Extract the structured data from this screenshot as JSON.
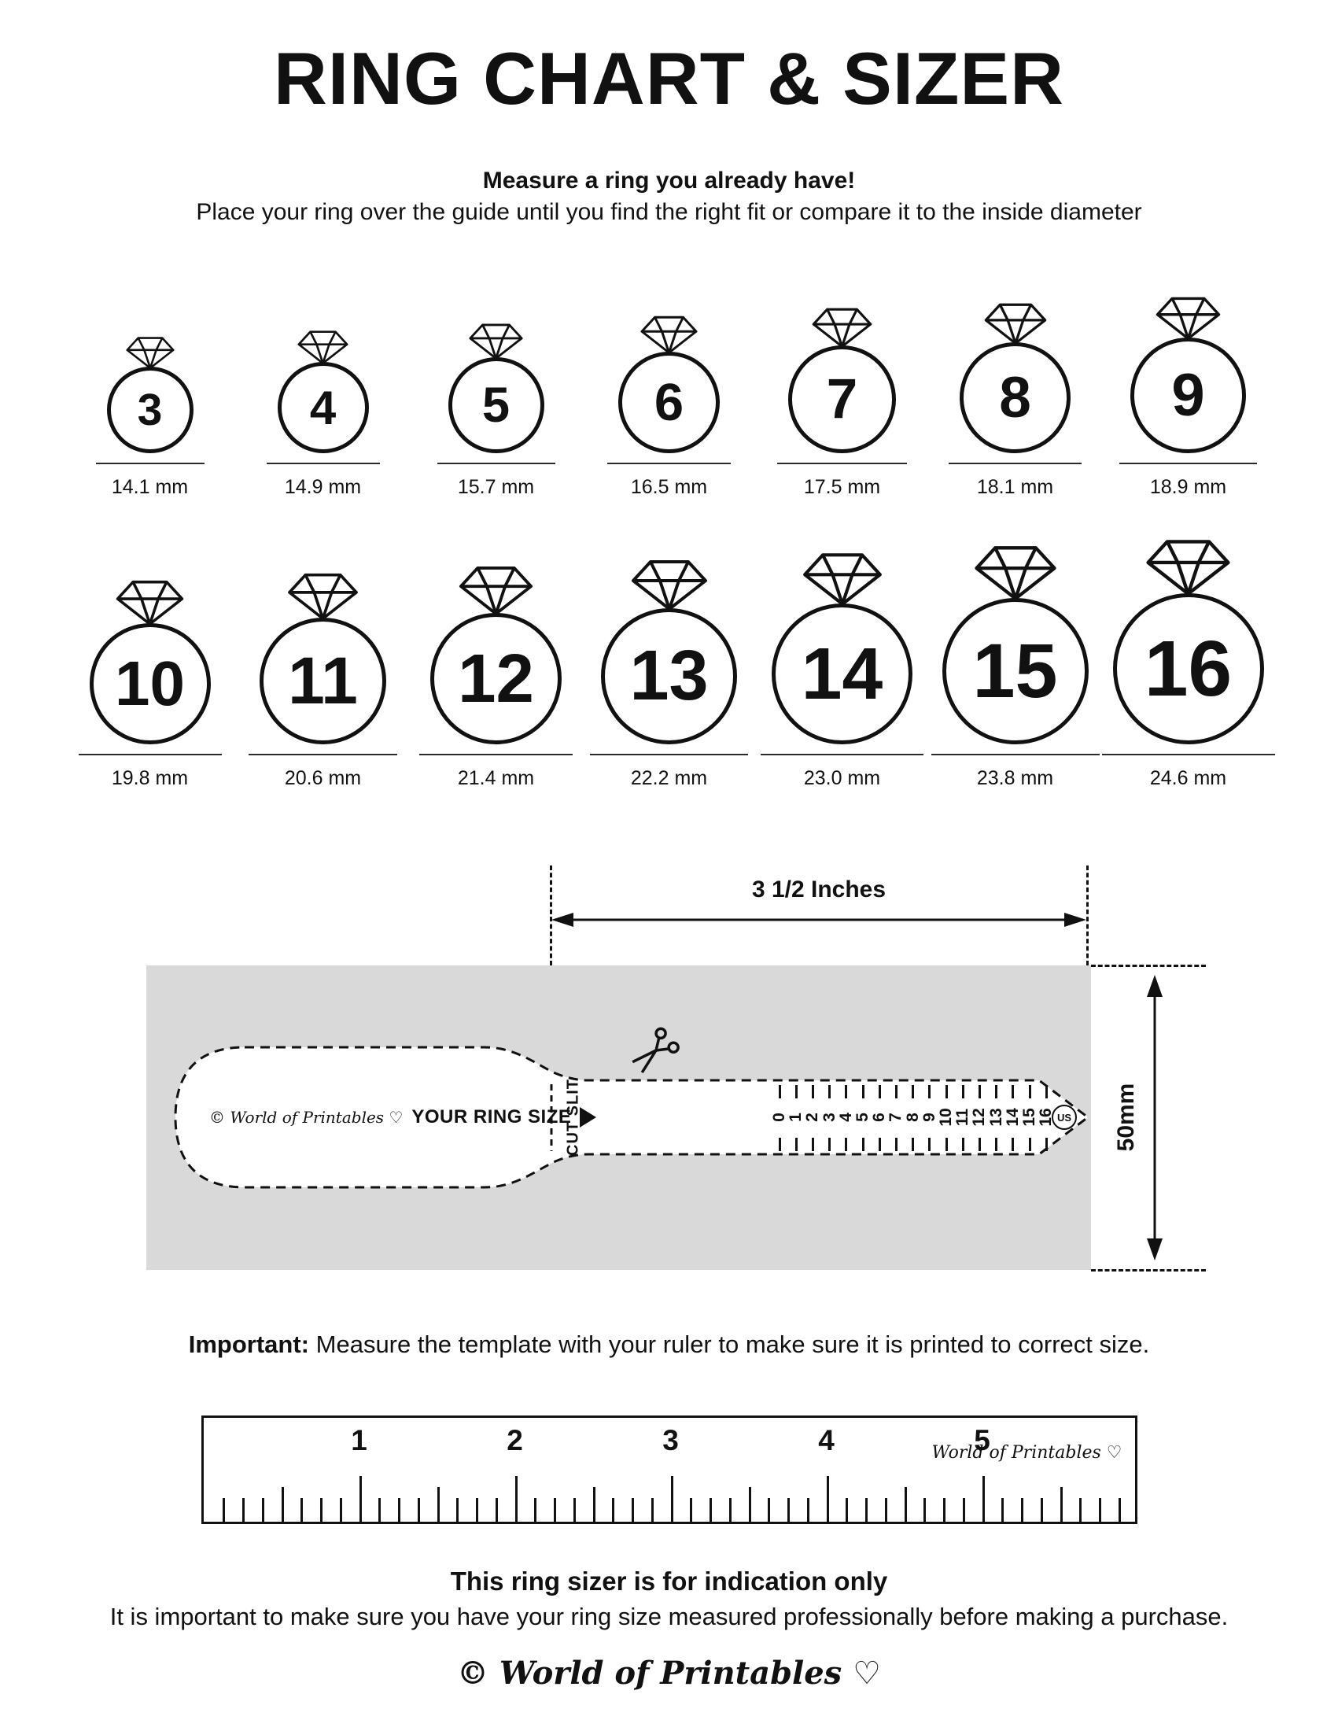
{
  "title": "RING CHART & SIZER",
  "intro": {
    "headline": "Measure a ring you already have!",
    "subline": "Place your ring over the guide until you find the right fit or compare it to the inside diameter"
  },
  "ring_rows": [
    [
      {
        "size": "3",
        "mm": 14.1,
        "label": "14.1 mm"
      },
      {
        "size": "4",
        "mm": 14.9,
        "label": "14.9 mm"
      },
      {
        "size": "5",
        "mm": 15.7,
        "label": "15.7 mm"
      },
      {
        "size": "6",
        "mm": 16.5,
        "label": "16.5 mm"
      },
      {
        "size": "7",
        "mm": 17.5,
        "label": "17.5 mm"
      },
      {
        "size": "8",
        "mm": 18.1,
        "label": "18.1 mm"
      },
      {
        "size": "9",
        "mm": 18.9,
        "label": "18.9 mm"
      }
    ],
    [
      {
        "size": "10",
        "mm": 19.8,
        "label": "19.8 mm"
      },
      {
        "size": "11",
        "mm": 20.6,
        "label": "20.6 mm"
      },
      {
        "size": "12",
        "mm": 21.4,
        "label": "21.4 mm"
      },
      {
        "size": "13",
        "mm": 22.2,
        "label": "22.2 mm"
      },
      {
        "size": "14",
        "mm": 23.0,
        "label": "23.0 mm"
      },
      {
        "size": "15",
        "mm": 23.8,
        "label": "23.8 mm"
      },
      {
        "size": "16",
        "mm": 24.6,
        "label": "24.6 mm"
      }
    ]
  ],
  "sizer": {
    "width_label": "3 1/2 Inches",
    "height_label": "50mm",
    "brand": "© World of Printables ♡",
    "ring_size_label": "YOUR RING SIZE",
    "cut_slit_label": "CUT SLIT",
    "us_label": "US",
    "scale_numbers": [
      "0",
      "1",
      "2",
      "3",
      "4",
      "5",
      "6",
      "7",
      "8",
      "9",
      "10",
      "11",
      "12",
      "13",
      "14",
      "15",
      "16"
    ]
  },
  "important": {
    "lead": "Important:",
    "text": "Measure the template with your ruler to make sure it is printed to correct size."
  },
  "ruler": {
    "inch_numbers": [
      "1",
      "2",
      "3",
      "4",
      "5"
    ],
    "brand": "World of Printables ♡"
  },
  "footer": {
    "headline": "This ring sizer is for indication only",
    "subline": "It is important to make sure you have your ring size measured professionally before making a purchase.",
    "brand": "© World of Printables ♡"
  }
}
